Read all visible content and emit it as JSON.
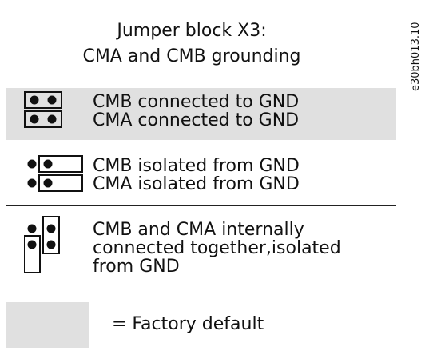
{
  "header": {
    "title_line1": "Jumper block X3:",
    "title_line2": "CMA and CMB grounding"
  },
  "figure_id": "e30bh013.10",
  "options": [
    {
      "lines": [
        "CMB connected to GND",
        "CMA connected to GND"
      ],
      "factory_default": true,
      "jumper": "both-pins-bridged"
    },
    {
      "lines": [
        "CMB isolated from GND",
        "CMA isolated from GND"
      ],
      "factory_default": false,
      "jumper": "caps-on-outer-pins"
    },
    {
      "lines": [
        "CMB and CMA internally",
        "connected together,isolated",
        "from GND"
      ],
      "factory_default": false,
      "jumper": "vertical-cap-cma-cmb"
    }
  ],
  "legend": {
    "text": "= Factory default",
    "swatch_color": "#e0e0e0"
  },
  "colors": {
    "highlight": "#e0e0e0",
    "ink": "#111111"
  }
}
